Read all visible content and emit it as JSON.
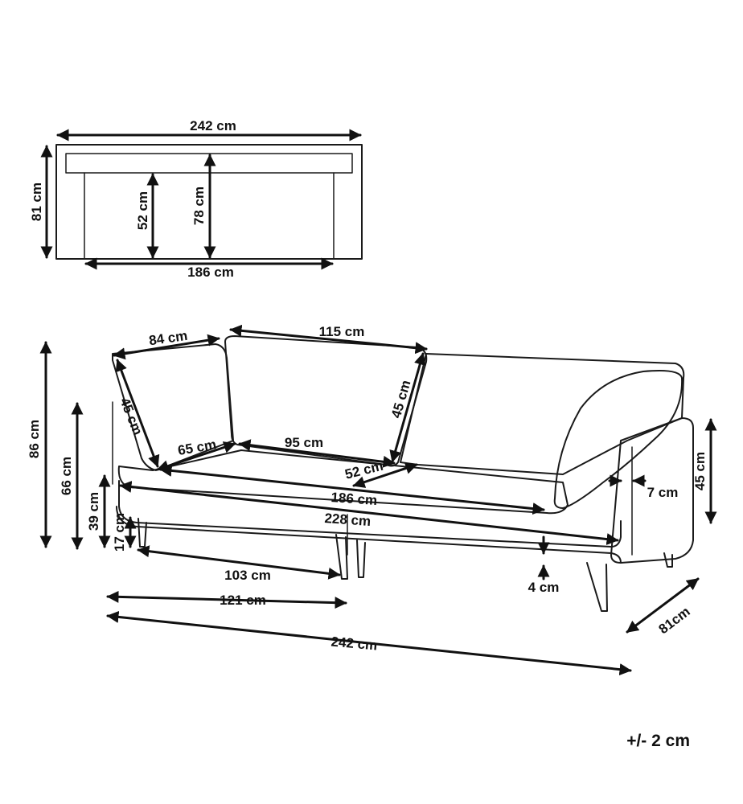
{
  "top_view": {
    "overall_width": "242 cm",
    "depth": "81 cm",
    "seat_depth": "52 cm",
    "inner_depth": "78 cm",
    "seat_width": "186 cm"
  },
  "front_view": {
    "armrest_depth": "84 cm",
    "armrest_height": "45 cm",
    "armrest_inner_depth": "65 cm",
    "backrest_width": "115 cm",
    "backrest_height": "45 cm",
    "cushion_width": "95 cm",
    "seat_depth": "52 cm",
    "seat_width": "186 cm",
    "seat_frame_width": "228 cm",
    "total_height": "86 cm",
    "back_height": "66 cm",
    "seat_height": "39 cm",
    "leg_height": "17 cm",
    "arm_thickness": "7 cm",
    "arm_height": "45 cm",
    "frame_gap": "4 cm",
    "leg_span_inner": "103 cm",
    "leg_span_outer": "121 cm",
    "overall_width": "242 cm",
    "overall_depth": "81cm"
  },
  "tolerance": "+/- 2 cm"
}
